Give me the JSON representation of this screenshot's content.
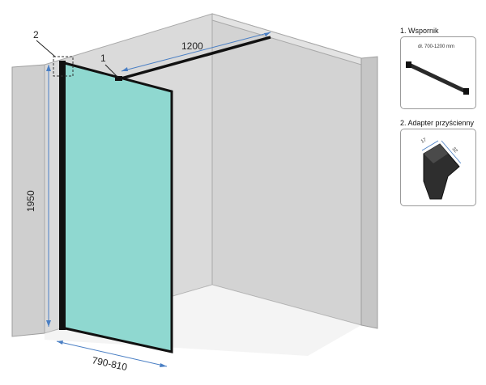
{
  "main": {
    "callout_2": "2",
    "callout_1": "1",
    "dim_width_top": "1200",
    "dim_height": "1950",
    "dim_width_bottom": "790-810"
  },
  "panels": {
    "support": {
      "title": "1. Wspornik",
      "caption": "dł. 700-1200 mm"
    },
    "adapter": {
      "title": "2. Adapter przyścienny",
      "dim_a": "17",
      "dim_b": "32"
    }
  },
  "colors": {
    "glass": "#8fd8d0",
    "wall": "#d7d7d7",
    "wall_edge": "#b9b9b9",
    "profile": "#111111",
    "dimension": "#4a7fc4"
  }
}
